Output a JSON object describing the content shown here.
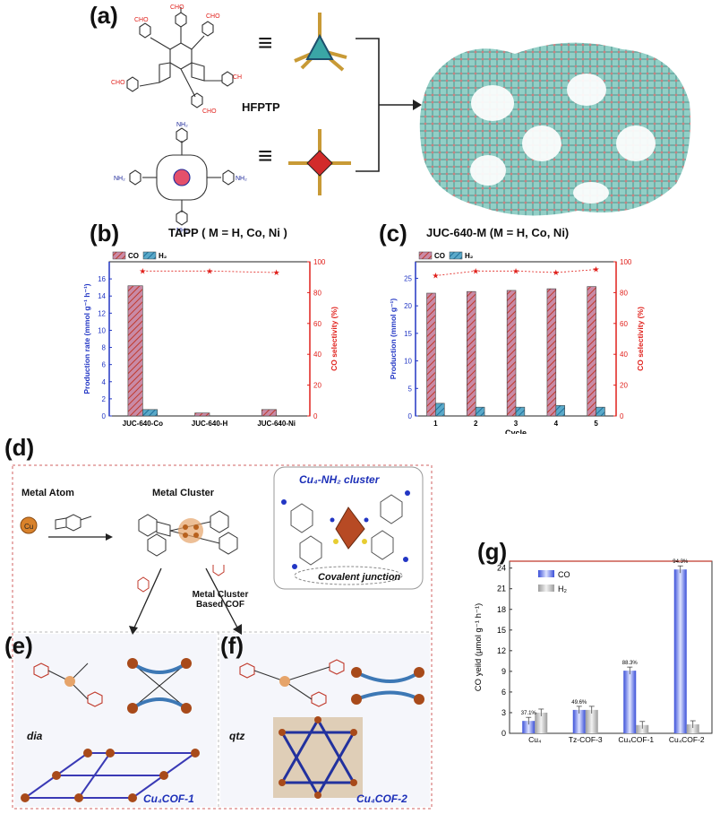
{
  "panel_a": {
    "label": "(a)",
    "hfptp_label": "HFPTP",
    "tapp_label": "TAPP ( M = H, Co, Ni )",
    "juc_label": "JUC-640-M (M = H, Co, Ni)",
    "cho": "CHO",
    "nh2": "NH₂",
    "equiv": "≡"
  },
  "panel_b": {
    "label": "(b)"
  },
  "panel_c": {
    "label": "(c)"
  },
  "panel_d": {
    "label": "(d)",
    "metal_atom": "Metal Atom",
    "metal_cluster": "Metal Cluster",
    "cluster_title": "Cu₄-NH₂ cluster",
    "covalent": "Covalent junction",
    "based_cof_1": "Metal Cluster",
    "based_cof_2": "Based COF",
    "cu": "Cu"
  },
  "panel_e": {
    "label": "(e)",
    "topology": "dia",
    "name": "Cu₄COF-1"
  },
  "panel_f": {
    "label": "(f)",
    "topology": "qtz",
    "name": "Cu₄COF-2"
  },
  "panel_g": {
    "label": "(g)"
  },
  "chart_data": [
    {
      "type": "bar",
      "panel": "b",
      "categories": [
        "JUC-640-Co",
        "JUC-640-H",
        "JUC-640-Ni"
      ],
      "series": [
        {
          "name": "CO",
          "values": [
            15.2,
            0.35,
            0.75
          ],
          "color": "#c98aa6"
        },
        {
          "name": "H₂",
          "values": [
            0.75,
            0.0,
            0.0
          ],
          "color": "#5aa9c9"
        }
      ],
      "secondary": {
        "name": "CO selectivity",
        "values": [
          94,
          94,
          93
        ],
        "color": "#e0201b"
      },
      "ylabel": "Production rate (mmol g⁻¹ h⁻¹)",
      "y2label": "CO selectivity (%)",
      "ylim": [
        0,
        18
      ],
      "y2lim": [
        0,
        100
      ],
      "yticks": [
        0,
        2,
        4,
        6,
        8,
        10,
        12,
        14,
        16
      ],
      "y2ticks": [
        0,
        20,
        40,
        60,
        80,
        100
      ]
    },
    {
      "type": "bar",
      "panel": "c",
      "categories": [
        "1",
        "2",
        "3",
        "4",
        "5"
      ],
      "xlabel": "Cycle",
      "series": [
        {
          "name": "CO",
          "values": [
            22.3,
            22.6,
            22.8,
            23.1,
            23.5
          ],
          "color": "#c98aa6"
        },
        {
          "name": "H₂",
          "values": [
            2.3,
            1.6,
            1.6,
            1.9,
            1.6
          ],
          "color": "#5aa9c9"
        }
      ],
      "secondary": {
        "name": "CO selectivity",
        "values": [
          91,
          94,
          94,
          93,
          95
        ],
        "color": "#e0201b"
      },
      "ylabel": "Production (mmol g⁻¹)",
      "y2label": "CO selectivity (%)",
      "ylim": [
        0,
        28
      ],
      "y2lim": [
        0,
        100
      ],
      "yticks": [
        0,
        5,
        10,
        15,
        20,
        25
      ],
      "y2ticks": [
        0,
        20,
        40,
        60,
        80,
        100
      ]
    },
    {
      "type": "bar",
      "panel": "g",
      "categories": [
        "Cu₄",
        "Tz-COF-3",
        "Cu₄COF-1",
        "Cu₄COF-2"
      ],
      "series": [
        {
          "name": "CO",
          "values": [
            1.8,
            3.4,
            9.1,
            23.8
          ],
          "color": "#5b6fe6"
        },
        {
          "name": "H₂",
          "values": [
            3.0,
            3.4,
            1.2,
            1.3
          ],
          "color": "#c9c9c9"
        }
      ],
      "annotations": [
        "37.1%",
        "49.6%",
        "88.3%",
        "94.3%"
      ],
      "ylabel": "CO yeild (μmol g⁻¹ h⁻¹)",
      "ylim": [
        0,
        25
      ],
      "yticks": [
        0,
        3,
        6,
        9,
        12,
        15,
        18,
        21,
        24
      ]
    }
  ]
}
